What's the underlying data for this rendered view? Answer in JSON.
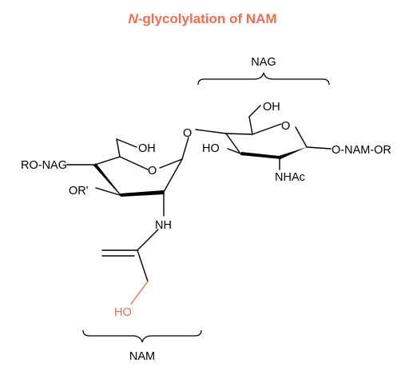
{
  "title": {
    "prefix": "N",
    "rest": "-glycolylation of NAM"
  },
  "labels": {
    "nag": "NAG",
    "nam": "NAM",
    "oh_nag": "OH",
    "ho_nag": "HO",
    "ring_o_nag": "O",
    "o_nam_or": "O-NAM-OR",
    "nhac": "NHAc",
    "glycosidic_o": "O",
    "oh_nam": "OH",
    "ring_o_nam": "O",
    "ro_nag": "RO-NAG",
    "or_prime": "OR'",
    "nh": "NH",
    "ho_glycolyl": "HO"
  },
  "colors": {
    "highlight": "#f26d50",
    "ink": "#000000"
  }
}
